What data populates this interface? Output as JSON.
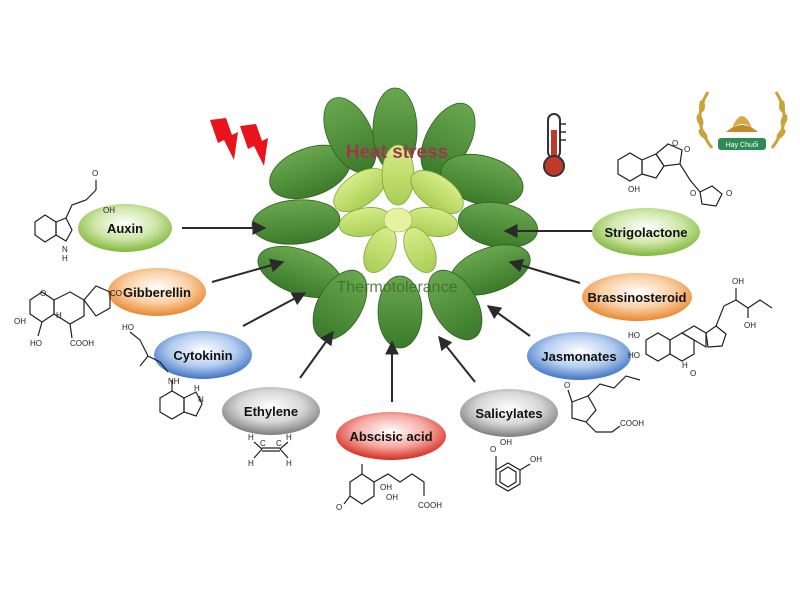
{
  "center": {
    "top_label": "Heat stress",
    "bottom_label": "Thermotolerance"
  },
  "hormones": [
    {
      "id": "auxin",
      "label": "Auxin",
      "color": "#8cc63f"
    },
    {
      "id": "gibberellin",
      "label": "Gibberellin",
      "color": "#f5a35c"
    },
    {
      "id": "cytokinin",
      "label": "Cytokinin",
      "color": "#5b8fd6"
    },
    {
      "id": "ethylene",
      "label": "Ethylene",
      "color": "#a6a6a6"
    },
    {
      "id": "abscisic",
      "label": "Abscisic acid",
      "color": "#e8443a"
    },
    {
      "id": "salicylates",
      "label": "Salicylates",
      "color": "#a6a6a6"
    },
    {
      "id": "jasmonates",
      "label": "Jasmonates",
      "color": "#5b8fd6"
    },
    {
      "id": "brassinosteroid",
      "label": "Brassinosteroid",
      "color": "#f5a35c"
    },
    {
      "id": "strigolactone",
      "label": "Strigolactone",
      "color": "#8cc63f"
    }
  ],
  "chem": {
    "auxin": [
      "OH",
      "O",
      "N",
      "H"
    ],
    "gibberellin": [
      "OH",
      "O",
      "HO",
      "H",
      "COOH",
      "CO"
    ],
    "cytokinin": [
      "HO",
      "NH",
      "N",
      "H"
    ],
    "ethylene": [
      "H",
      "C",
      "H",
      "H",
      "C",
      "H"
    ],
    "abscisic": [
      "OH",
      "O",
      "COOH",
      "OH"
    ],
    "salicylates": [
      "O",
      "OH",
      "OH"
    ],
    "jasmonates": [
      "O",
      "COOH"
    ],
    "brassinosteroid": [
      "OH",
      "OH",
      "HO",
      "HO",
      "H",
      "O"
    ],
    "strigolactone": [
      "O",
      "O",
      "OH",
      "O",
      "O"
    ]
  },
  "logo": {
    "text": "Hay Chuối"
  },
  "colors": {
    "arrow": "#2a2a2a",
    "lightning": "#e8131b",
    "thermometer": "#c0392b"
  }
}
